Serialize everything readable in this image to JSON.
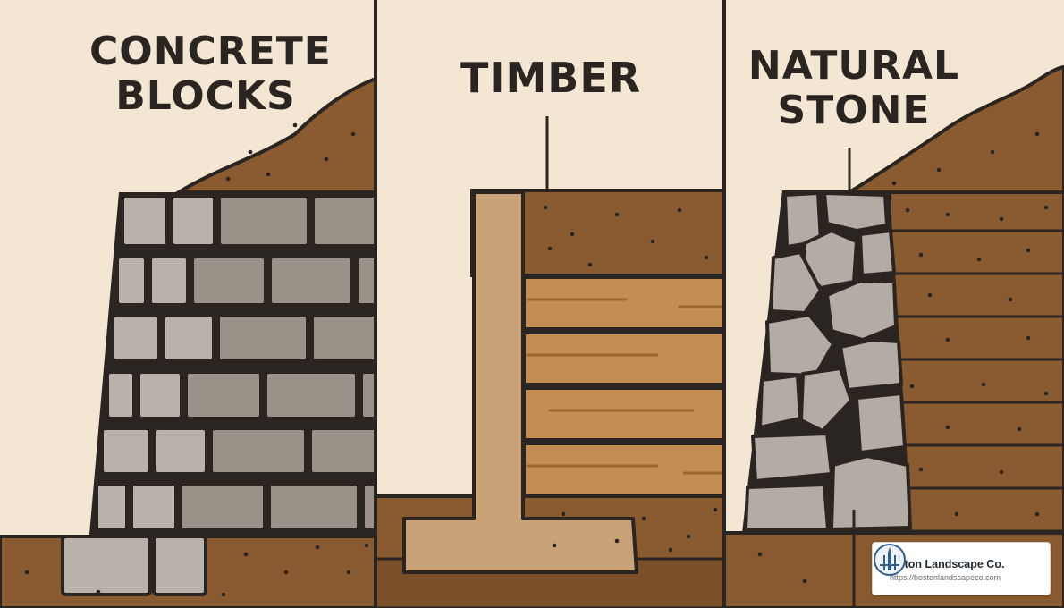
{
  "panels": [
    {
      "id": "concrete",
      "label_lines": [
        "CONCRETE",
        "BLOCKS"
      ]
    },
    {
      "id": "timber",
      "label_lines": [
        "TIMBER"
      ]
    },
    {
      "id": "stone",
      "label_lines": [
        "NATURAL",
        "STONE"
      ]
    }
  ],
  "brand": {
    "name": "Boston Landscape Co.",
    "url": "https://bostonlandscapeco.com"
  },
  "colors": {
    "background": "#f3e6d3",
    "outline": "#2b2521",
    "soil": "#8a5a30",
    "soil_dark": "#7a4f2a",
    "concrete_light": "#b9b2aa",
    "concrete_dark": "#9a9189",
    "timber_post": "#caa277",
    "timber_plank": "#c48d52",
    "stone": "#b3aca5",
    "brand_logo": "#2f5d8c"
  }
}
